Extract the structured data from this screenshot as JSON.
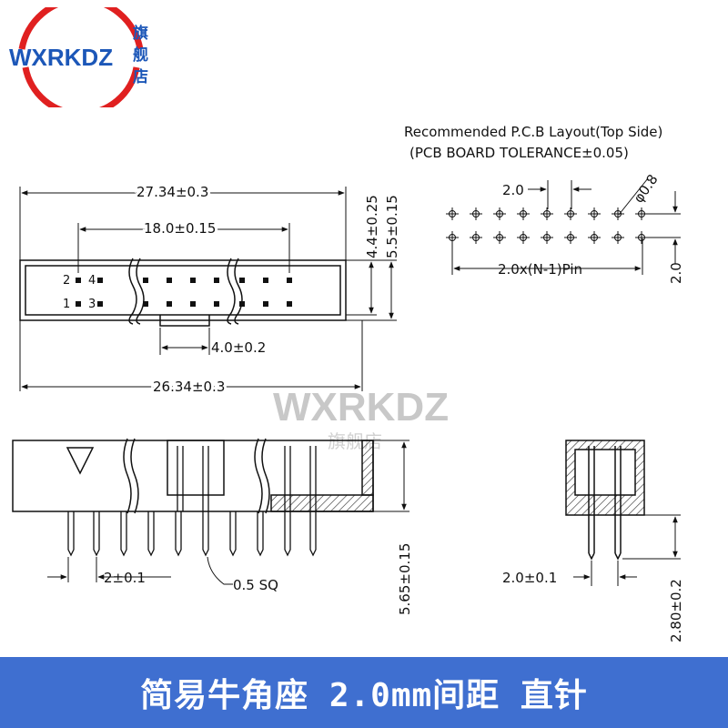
{
  "brand": {
    "logo_text": "WXRKDZ",
    "logo_cn": [
      "旗",
      "舰",
      "店"
    ],
    "watermark_text": "WXRKDZ",
    "watermark_cn": "旗舰店",
    "colors": {
      "red": "#e02020",
      "blue": "#1c57b8",
      "banner": "#3f6fd0"
    }
  },
  "top_view": {
    "overall_width": "27.34±0.3",
    "pin_span": "18.0±0.15",
    "key_width": "4.0±0.2",
    "body_width": "26.34±0.3",
    "height_a": "4.4±0.25",
    "height_b": "5.5±0.15",
    "pin_labels": {
      "p2": "2",
      "p4": "4",
      "p1": "1",
      "p3": "3"
    }
  },
  "pcb_layout": {
    "title": "Recommended P.C.B Layout(Top Side)",
    "subtitle": "(PCB BOARD TOLERANCE±0.05)",
    "pitch": "2.0",
    "hole": "φ0.8",
    "span": "2.0x(N-1)Pin",
    "row_pitch": "2.0"
  },
  "side_view": {
    "pitch": "2±0.1",
    "pin_size": "0.5 SQ",
    "height": "5.65±0.15"
  },
  "end_view": {
    "pitch": "2.0±0.1",
    "tail": "2.80±0.2"
  },
  "banner": {
    "text": "简易牛角座 2.0mm间距 直针"
  }
}
